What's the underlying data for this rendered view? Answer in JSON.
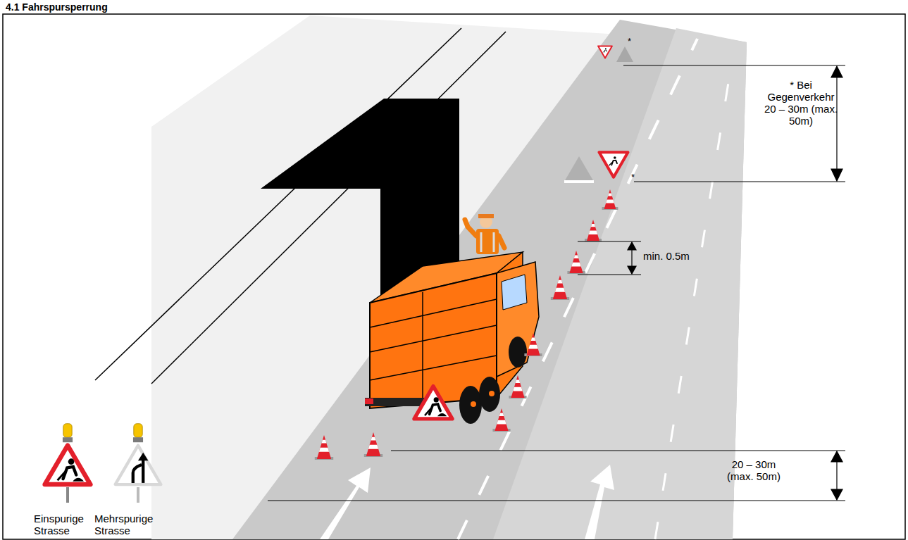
{
  "diagram": {
    "title": "4.1 Fahrspursperrung",
    "labels": [
      "*",
      "* Bei Gegenverkehr 20 – 30m (max. 50m)",
      "*",
      "min. 0.5m",
      "20 – 30m (max. 50m)",
      "Einspurige Strasse",
      "Mehrspurige Strasse"
    ]
  }
}
